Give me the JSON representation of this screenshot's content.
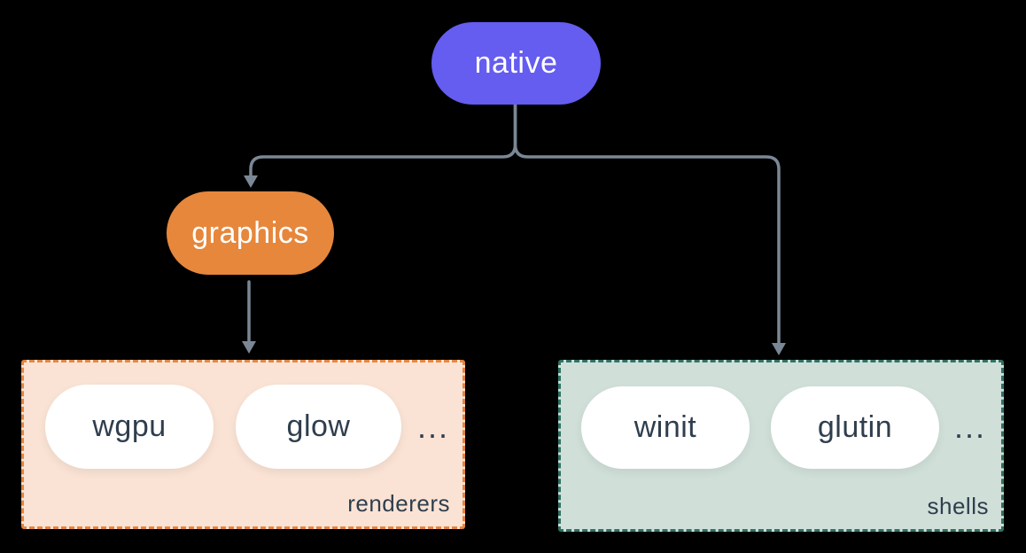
{
  "diagram": {
    "background": "#000000",
    "connector_color": "#7A8795",
    "item_text_color": "#2F3E4E",
    "root_node": {
      "label": "native",
      "fill": "#655CF0",
      "text_color": "#FFFFFF"
    },
    "graphics_node": {
      "label": "graphics",
      "fill": "#E6873C",
      "text_color": "#FFFFFF"
    },
    "groups": [
      {
        "label": "renderers",
        "fill": "#FAE3D4",
        "border": "#E5853F",
        "items": [
          "wgpu",
          "glow"
        ],
        "ellipsis": "..."
      },
      {
        "label": "shells",
        "fill": "#D0E0D9",
        "border": "#2E7265",
        "items": [
          "winit",
          "glutin"
        ],
        "ellipsis": "..."
      }
    ]
  }
}
